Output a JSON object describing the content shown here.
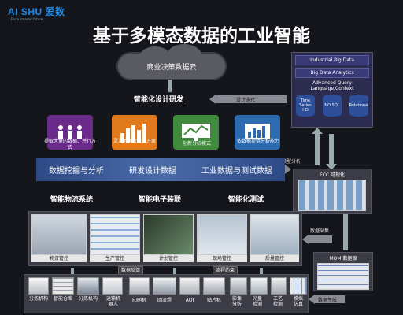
{
  "brand": {
    "logo": "AI SHU 爱数",
    "tagline": "For a smarter future"
  },
  "title": "基于多模态数据的工业智能",
  "cloud": "商业决策数据云",
  "design": {
    "heading": "智能化设计研发",
    "iterate": "设计迭代",
    "cards": [
      {
        "caption": "提取大量的数据、并行方式"
      },
      {
        "caption": "灵活地执行研发方案"
      },
      {
        "caption": "创新分析模式"
      },
      {
        "caption": "依数据提供分析能力"
      }
    ]
  },
  "band": {
    "items": [
      "数据挖掘与分析",
      "研发设计数据",
      "工业数据与测试数据"
    ]
  },
  "bigdata": {
    "rows": [
      "Industrial Big Data",
      "Big Data Analytics"
    ],
    "query": "Advanced Query Language,Context",
    "stores": [
      "Time Series HD",
      "NO SQL",
      "Relational"
    ]
  },
  "sections": [
    "智能物流系统",
    "智能电子装联",
    "智能化测试"
  ],
  "model_analysis": "模型分析",
  "ecc": "ECC 可视化",
  "photos": [
    "物资管控",
    "生产管控",
    "计划管控",
    "现场管控",
    "质量管控"
  ],
  "data_collect": "数据采集",
  "mom": "MOM 数据源",
  "feedback": [
    "数据反馈",
    "流程约束"
  ],
  "data_generate": "数据生成",
  "devices": [
    "分拣机构",
    "智能仓库",
    "分拣机构",
    "运输机器人",
    "印刷机",
    "回流焊",
    "AOI",
    "贴片机",
    "影像分析",
    "光盘检测",
    "工艺检测",
    "模拟仿真"
  ],
  "colors": {
    "band": "#3b5a98",
    "card_purple": "#6a2a8a",
    "card_orange": "#e07a1c",
    "card_green": "#3f8a3c",
    "card_blue": "#2e6ab0"
  }
}
